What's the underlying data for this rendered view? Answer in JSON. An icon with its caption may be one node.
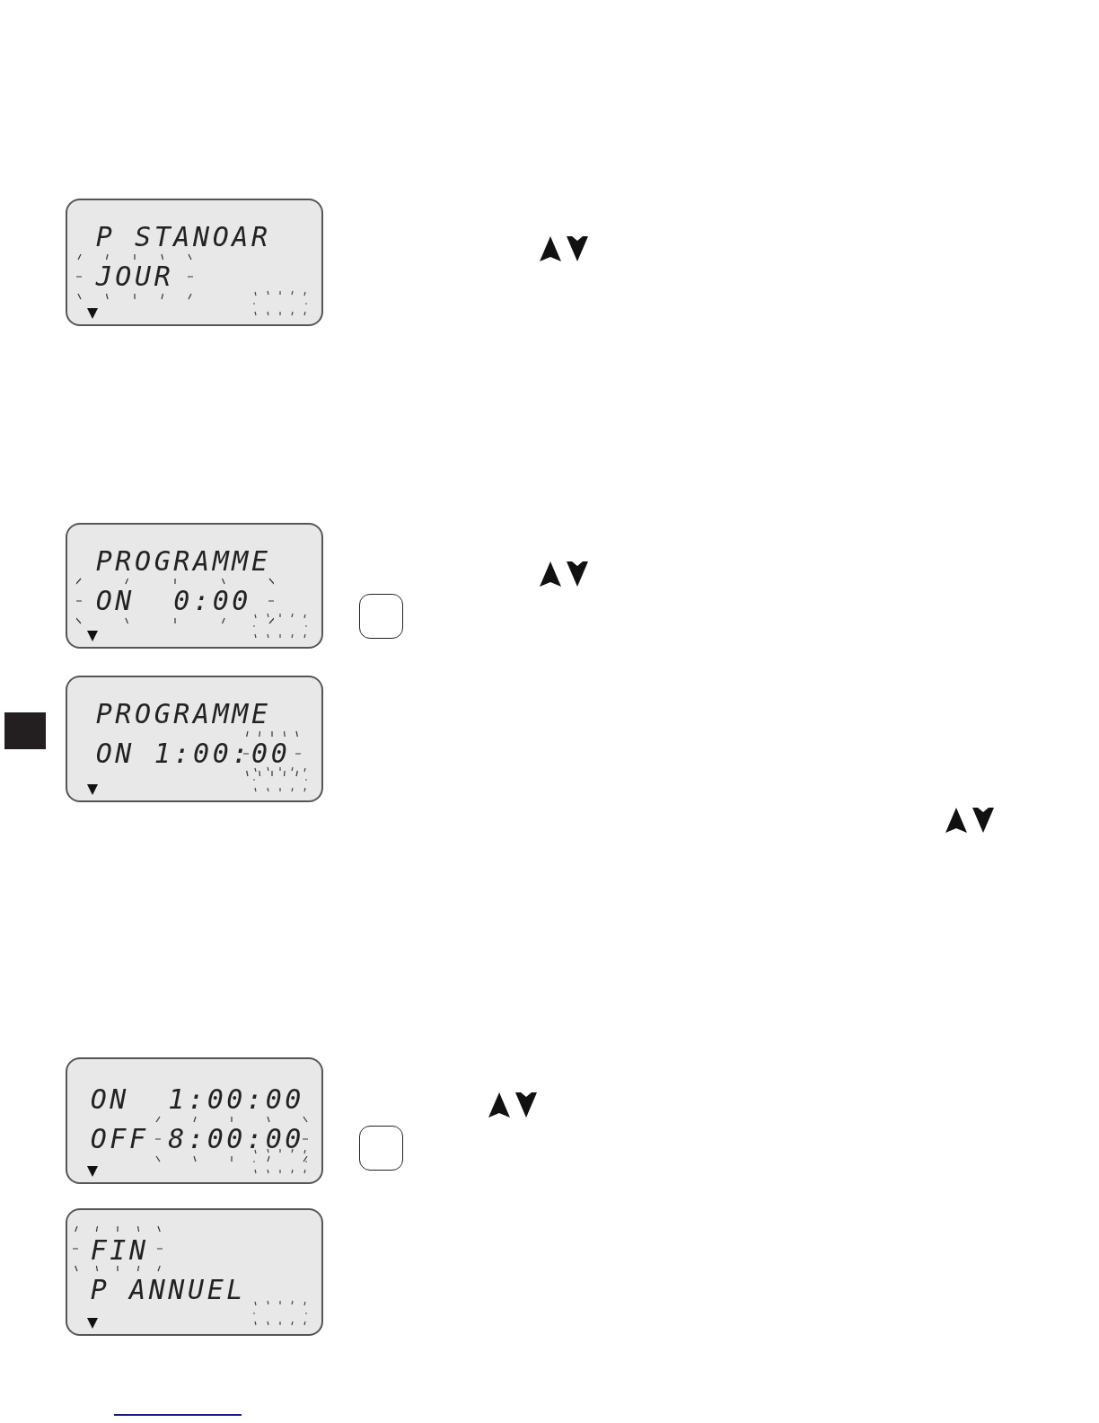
{
  "diagram": {
    "nodes": [
      {
        "text": [
          "P STANOAR",
          "JOUR"
        ]
      },
      {
        "text": [
          "PROGRAMME",
          "ON  0:00"
        ]
      },
      {
        "text": [
          "PROGRAMME",
          "ON 1:00:00"
        ]
      },
      {
        "text": [],
        "shape": "box"
      },
      {
        "text": [
          "ON  1:00:00",
          "OFF 8:00:00"
        ]
      },
      {
        "text": [
          "FIN",
          "P ANNUEL"
        ]
      },
      {
        "text": [],
        "shape": "box"
      }
    ]
  }
}
